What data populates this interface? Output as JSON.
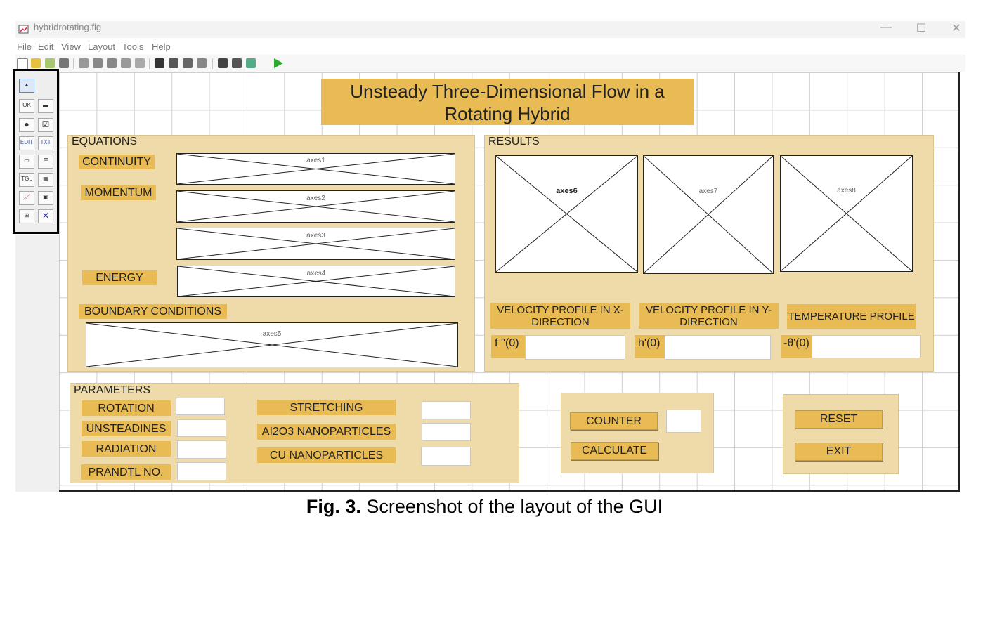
{
  "window": {
    "title": "hybridrotating.fig",
    "minimize": "—",
    "maximize": "☐",
    "close": "✕"
  },
  "menu": [
    "File",
    "Edit",
    "View",
    "Layout",
    "Tools",
    "Help"
  ],
  "colors": {
    "panel": "#efdba9",
    "label": "#e8bb55",
    "grid": "#cfcfcf",
    "run": "#2faa2f"
  },
  "palette": [
    "pointer-icon",
    "push-button-icon",
    "slider-icon",
    "radio-button-icon",
    "checkbox-icon",
    "edit-text-icon",
    "static-text-icon",
    "popup-menu-icon",
    "listbox-icon",
    "toggle-button-icon",
    "table-icon",
    "axes-icon",
    "panel-icon",
    "button-group-icon",
    "activex-icon"
  ],
  "main_title": "Unsteady Three-Dimensional Flow in a Rotating Hybrid",
  "equations": {
    "title": "EQUATIONS",
    "continuity": "CONTINUITY",
    "momentum": "MOMENTUM",
    "energy": "ENERGY",
    "boundary": "BOUNDARY CONDITIONS",
    "axes": [
      "axes1",
      "axes2",
      "axes3",
      "axes4",
      "axes5"
    ]
  },
  "results": {
    "title": "RESULTS",
    "axes": [
      "axes6",
      "axes7",
      "axes8"
    ],
    "vel_x": "VELOCITY PROFILE IN X-DIRECTION",
    "vel_y": "VELOCITY PROFILE IN Y-DIRECTION",
    "temp": "TEMPERATURE PROFILE",
    "f_label": "f ''(0)",
    "h_label": "h'(0)",
    "theta_label": "-θ'(0)"
  },
  "parameters": {
    "title": "PARAMETERS",
    "rotation": "ROTATION",
    "unsteadiness": "UNSTEADINES",
    "radiation": "RADIATION",
    "prandtl": "PRANDTL NO.",
    "stretching": "STRETCHING",
    "al2o3": "AI2O3 NANOPARTICLES",
    "cu": "CU NANOPARTICLES"
  },
  "actions": {
    "counter": "COUNTER",
    "calculate": "CALCULATE",
    "reset": "RESET",
    "exit": "EXIT"
  },
  "caption": {
    "bold": "Fig. 3.",
    "text": " Screenshot of the layout of the GUI"
  }
}
